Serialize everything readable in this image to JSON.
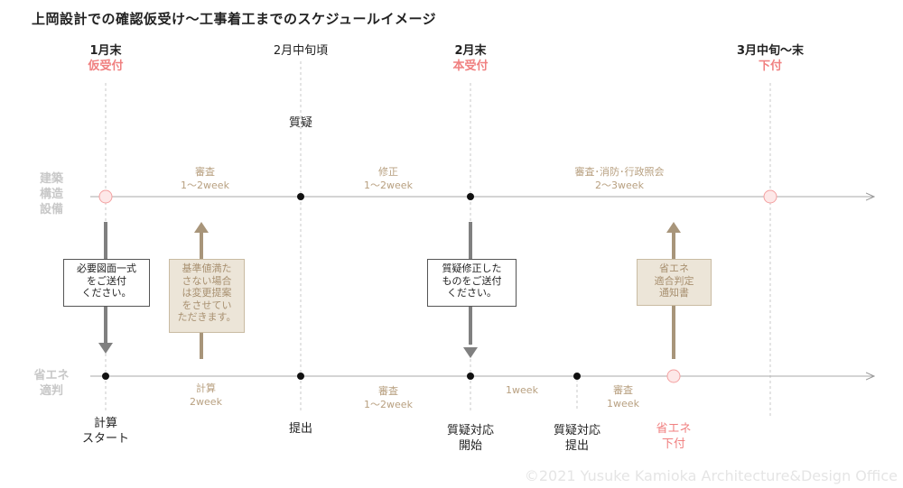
{
  "title": "上岡設計での確認仮受け〜工事着工までのスケジュールイメージ",
  "copyright": "©2021 Yusuke Kamioka Architecture&Design Office",
  "milestones": {
    "m1": {
      "line1": "1月末",
      "line2": "仮受付"
    },
    "m2": {
      "line1": "2月中旬頃"
    },
    "m3": {
      "line1": "2月末",
      "line2": "本受付"
    },
    "m4": {
      "line1": "3月中旬〜末",
      "line2": "下付"
    }
  },
  "question_label": "質疑",
  "rows": {
    "upper": {
      "label_lines": [
        "建築",
        "構造",
        "設備"
      ]
    },
    "lower": {
      "label_lines": [
        "省エネ",
        "適判"
      ]
    }
  },
  "upper_segments": [
    {
      "label": "審査",
      "duration": "1〜2week"
    },
    {
      "label": "修正",
      "duration": "1〜2week"
    },
    {
      "label": "審査･消防･行政照会",
      "duration": "2〜3week"
    }
  ],
  "lower_segments": [
    {
      "label": "計算",
      "duration": "2week"
    },
    {
      "label": "審査",
      "duration": "1〜2week"
    },
    {
      "duration": "1week"
    },
    {
      "label": "審査",
      "duration": "1week"
    }
  ],
  "boxes": {
    "b1": {
      "lines": [
        "必要図面一式",
        "をご送付",
        "ください。"
      ]
    },
    "b2": {
      "lines": [
        "基準値満た",
        "さない場合",
        "は変更提案",
        "をさせてい",
        "ただきます。"
      ]
    },
    "b3": {
      "lines": [
        "質疑修正した",
        "ものをご送付",
        "ください。"
      ]
    },
    "b4": {
      "lines": [
        "省エネ",
        "適合判定",
        "通知書"
      ]
    }
  },
  "lower_events": {
    "e1": {
      "lines": [
        "計算",
        "スタート"
      ]
    },
    "e2": {
      "lines": [
        "提出"
      ]
    },
    "e3": {
      "lines": [
        "質疑対応",
        "開始"
      ]
    },
    "e4": {
      "lines": [
        "質疑対応",
        "提出"
      ]
    },
    "e5": {
      "lines": [
        "省エネ",
        "下付"
      ]
    }
  },
  "colors": {
    "accent_pink": "#f08080",
    "tan": "#b8a080",
    "gray_arrow": "#808080",
    "tan_arrow": "#a8957a"
  }
}
